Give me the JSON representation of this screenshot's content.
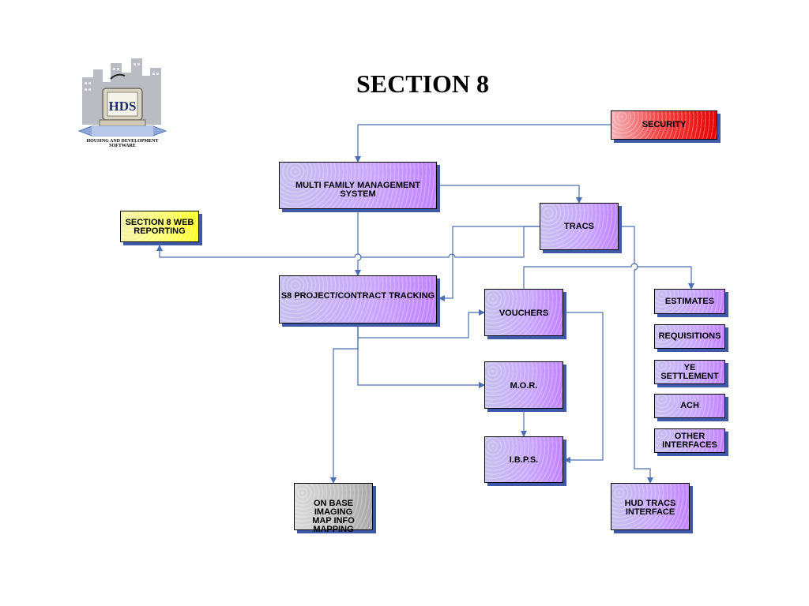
{
  "title": "SECTION 8",
  "logo": {
    "mark": "HDS",
    "caption": "HOUSING AND DEVELOPMENT SOFTWARE"
  },
  "boxes": {
    "security": "SECURITY",
    "multi_family": "MULTI FAMILY MANAGEMENT\nSYSTEM",
    "tracs": "TRACS",
    "web_reporting": "SECTION 8 WEB\nREPORTING",
    "s8_tracking": "S8 PROJECT/CONTRACT TRACKING",
    "vouchers": "VOUCHERS",
    "estimates": "ESTIMATES",
    "requisitions": "REQUISITIONS",
    "ye_settlement": "YE SETTLEMENT",
    "ach": "ACH",
    "other_interfaces": "OTHER\nINTERFACES",
    "mor": "M.O.R.",
    "ibps": "I.B.P.S.",
    "onbase": "ON BASE IMAGING\nMAP INFO MAPPING",
    "hud_tracs": "HUD TRACS\nINTERFACE"
  },
  "colors": {
    "connector": "#4a6fb3",
    "box_shadow": "#3f58a8",
    "security": "#e80000",
    "web_reporting": "#ffff33",
    "default_box": "#c9a6ff",
    "onbase": "#c0c0c0"
  }
}
